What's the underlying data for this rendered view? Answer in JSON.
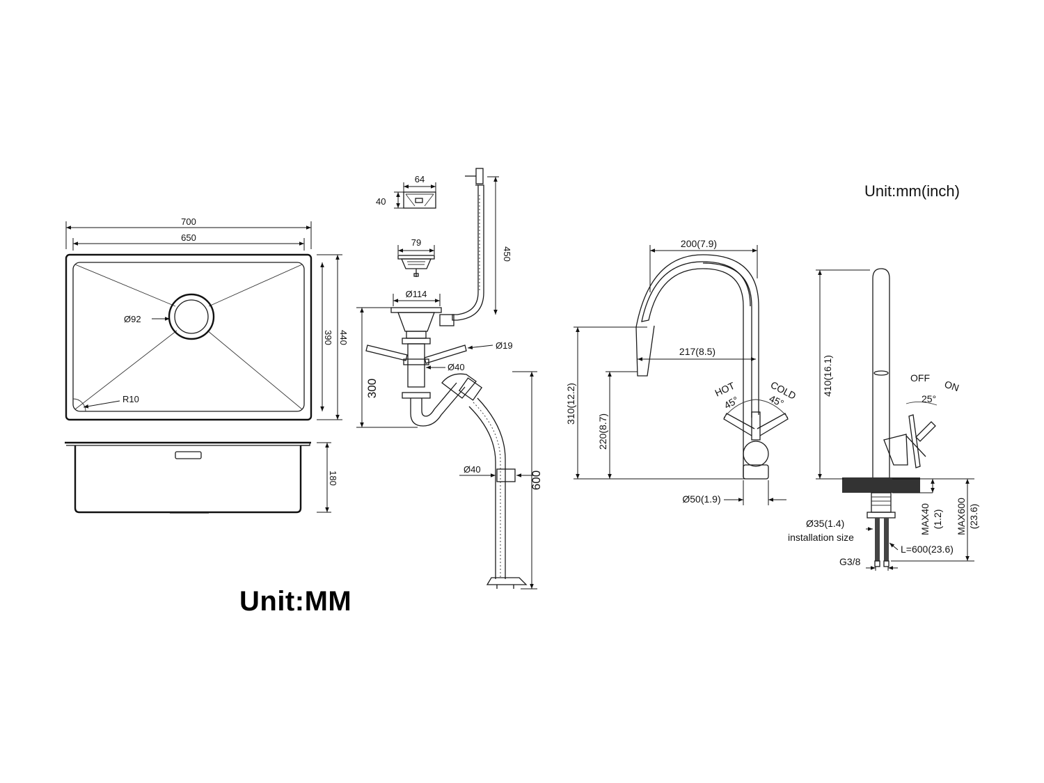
{
  "units": {
    "sink": "Unit:MM",
    "faucet": "Unit:mm(inch)"
  },
  "sink": {
    "outer_width": "700",
    "inner_width": "650",
    "outer_depth": "440",
    "inner_depth": "390",
    "drain_diameter": "Ø92",
    "corner_radius": "R10",
    "bowl_height": "180"
  },
  "drain_kit": {
    "overflow_width": "64",
    "overflow_height": "40",
    "basket_diameter": "79",
    "flange_diameter": "Ø114",
    "overflow_hose_length": "450",
    "side_inlet_diameter": "Ø19",
    "pipe_diameter_top": "Ø40",
    "trap_height": "300",
    "pipe_diameter_bottom": "Ø40",
    "drain_hose_length": "600"
  },
  "faucet": {
    "spout_reach": "200(7.9)",
    "sprayer_reach": "217(8.5)",
    "spout_height": "310(12.2)",
    "sprayer_height": "220(8.7)",
    "hot_label": "HOT",
    "cold_label": "COLD",
    "hot_angle": "45°",
    "cold_angle": "45°",
    "base_diameter": "Ø50(1.9)",
    "total_height": "410(16.1)",
    "off_label": "OFF",
    "on_label": "ON",
    "lever_angle": "25°",
    "hole_diameter": "Ø35(1.4)",
    "hole_caption": "installation size",
    "max_deck": "MAX40",
    "max_deck_inch": "(1.2)",
    "max_hose": "MAX600",
    "max_hose_inch": "(23.6)",
    "hose_length": "L=600(23.6)",
    "thread": "G3/8"
  }
}
